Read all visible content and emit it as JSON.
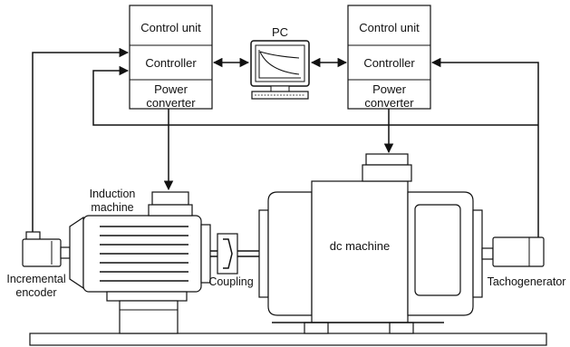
{
  "left_panel": {
    "control_unit": "Control unit",
    "controller": "Controller",
    "power_converter_line1": "Power",
    "power_converter_line2": "converter"
  },
  "right_panel": {
    "control_unit": "Control unit",
    "controller": "Controller",
    "power_converter_line1": "Power",
    "power_converter_line2": "converter"
  },
  "pc_label": "PC",
  "labels": {
    "induction_machine_line1": "Induction",
    "induction_machine_line2": "machine",
    "incremental_encoder_line1": "Incremental",
    "incremental_encoder_line2": "encoder",
    "coupling": "Coupling",
    "dc_machine": "dc machine",
    "tachogenerator": "Tachogenerator"
  }
}
